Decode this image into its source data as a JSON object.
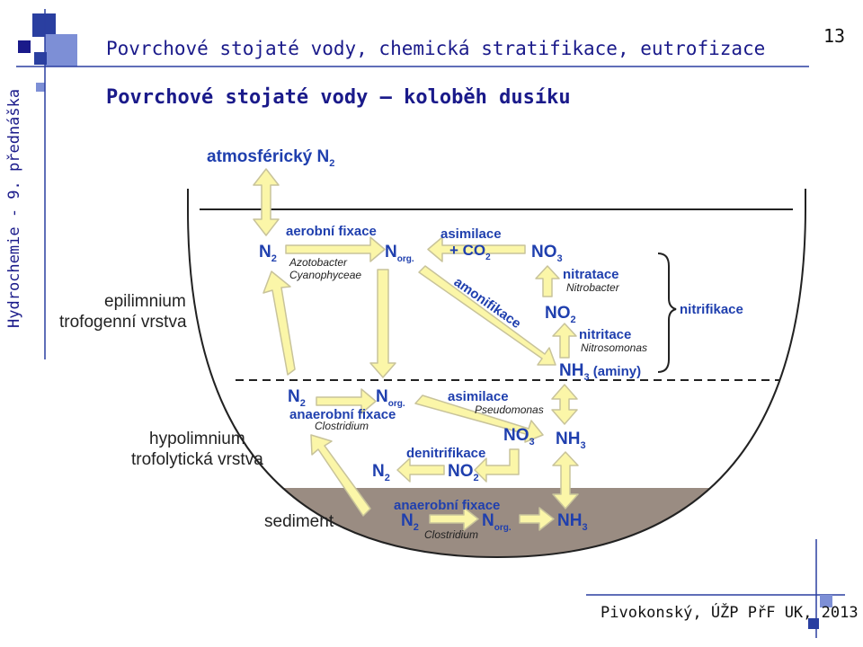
{
  "header": {
    "title": "Povrchové stojaté vody, chemická stratifikace, eutrofizace",
    "subtitle": "Povrchové stojaté vody – koloběh dusíku",
    "page_number": "13",
    "side_label": "Hydrochemie - 9. přednáška",
    "footer": "Pivokonský, ÚŽP PřF UK, 2013"
  },
  "diagram": {
    "atmospheric": {
      "base": "atmosférický N",
      "sub": "2"
    },
    "zones": {
      "epi_line1": "epilimnium",
      "epi_line2": "trofogenní vrstva",
      "hypo_line1": "hypolimnium",
      "hypo_line2": "trofolytická vrstva",
      "sediment": "sediment"
    },
    "upper": {
      "n2": {
        "base": "N",
        "sub": "2"
      },
      "aerobic_fixation": "aerobní fixace",
      "azotobacter": "Azotobacter",
      "cyanophyceae": "Cyanophyceae",
      "norg": {
        "base": "N",
        "sub": "org."
      },
      "assimilation": "asimilace",
      "co2": {
        "base": "+ CO",
        "sub": "2"
      },
      "no3": {
        "base": "NO",
        "sub": "3"
      },
      "ammonification": "amonifikace",
      "nitratation": "nitratace",
      "nitrobacter": "Nitrobacter",
      "no2": {
        "base": "NO",
        "sub": "2"
      },
      "nitritation": "nitritace",
      "nitrosomonas": "Nitrosomonas",
      "nh3": {
        "base": "NH",
        "sub": "3",
        "suffix": " (aminy)"
      },
      "nitrification": "nitrifikace"
    },
    "lower": {
      "n2": {
        "base": "N",
        "sub": "2"
      },
      "norg": {
        "base": "N",
        "sub": "org."
      },
      "anaerobic_fixation": "anaerobní fixace",
      "clostridium": "Clostridium",
      "assimilation": "asimilace",
      "pseudomonas": "Pseudomonas",
      "no3": {
        "base": "NO",
        "sub": "3"
      },
      "nh3": {
        "base": "NH",
        "sub": "3"
      },
      "denitrification": "denitrifikace",
      "n2_b": {
        "base": "N",
        "sub": "2"
      },
      "no2": {
        "base": "NO",
        "sub": "2"
      }
    },
    "sediment": {
      "anaerobic_fixation": "anaerobní fixace",
      "n2": {
        "base": "N",
        "sub": "2"
      },
      "norg": {
        "base": "N",
        "sub": "org."
      },
      "nh3": {
        "base": "NH",
        "sub": "3"
      },
      "clostridium": "Clostridium"
    }
  },
  "colors": {
    "title": "#1a1a8a",
    "label_blue": "#1f3fae",
    "arrow_fill": "#fbf6a8",
    "arrow_stroke": "#c8c39a",
    "sediment": "#9a8c82",
    "deco_blue": "#3a55c8"
  }
}
